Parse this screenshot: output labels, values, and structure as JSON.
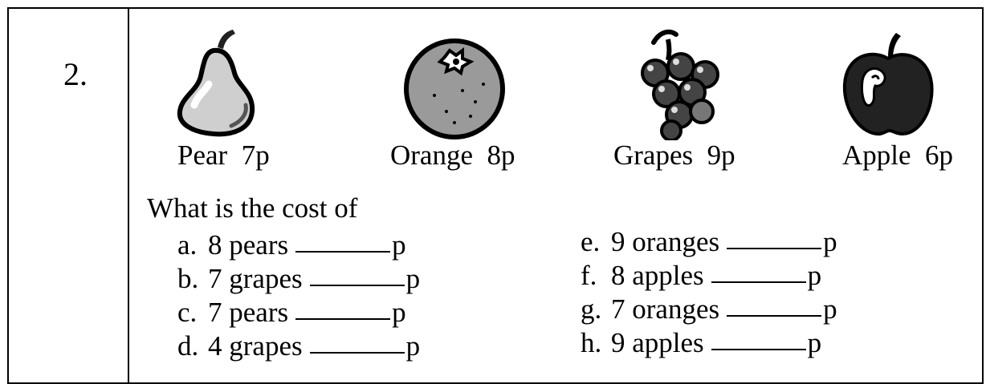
{
  "question_number": "2.",
  "fruits": [
    {
      "icon": "pear-icon",
      "name": "Pear",
      "price": "7p"
    },
    {
      "icon": "orange-icon",
      "name": "Orange",
      "price": "8p"
    },
    {
      "icon": "grapes-icon",
      "name": "Grapes",
      "price": "9p"
    },
    {
      "icon": "apple-icon",
      "name": "Apple",
      "price": "6p"
    }
  ],
  "prompt": "What is the cost of",
  "left_items": [
    {
      "letter": "a.",
      "text": "8 pears",
      "unit": "p"
    },
    {
      "letter": "b.",
      "text": "7 grapes",
      "unit": "p"
    },
    {
      "letter": "c.",
      "text": "7 pears",
      "unit": "p"
    },
    {
      "letter": "d.",
      "text": "4 grapes",
      "unit": "p"
    }
  ],
  "right_items": [
    {
      "letter": "e.",
      "text": "9 oranges",
      "unit": "p"
    },
    {
      "letter": "f.",
      "text": "8 apples",
      "unit": "p"
    },
    {
      "letter": "g.",
      "text": "7 oranges",
      "unit": "p"
    },
    {
      "letter": "h.",
      "text": "9 apples",
      "unit": "p"
    }
  ]
}
